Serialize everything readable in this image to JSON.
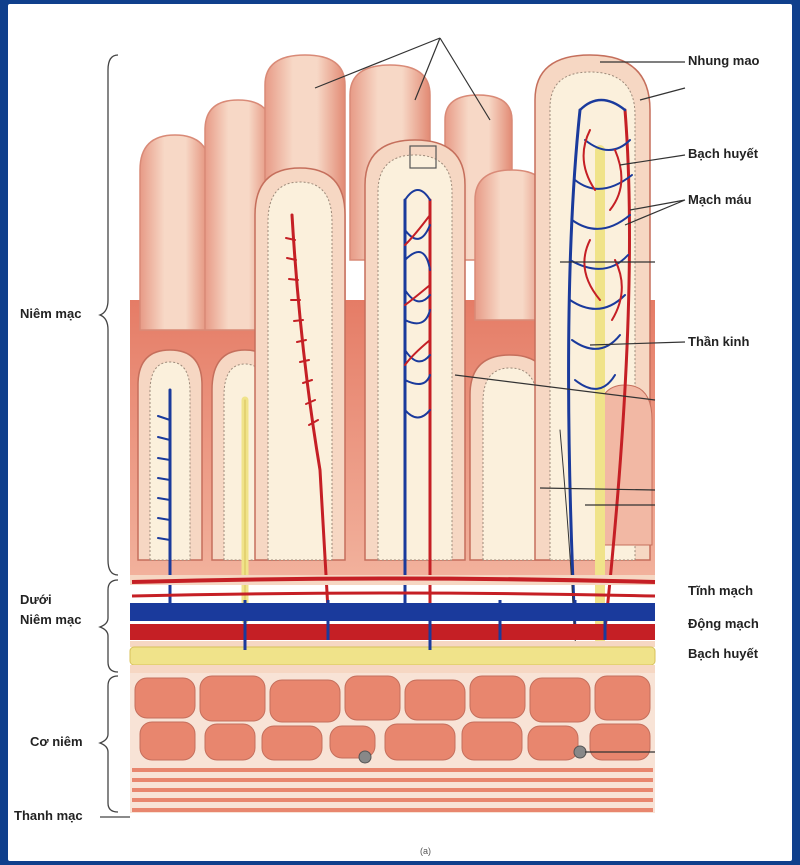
{
  "figure": {
    "caption": "(a)",
    "colors": {
      "background_border": "#0f3f8c",
      "villus_tissue": "#f3c9b4",
      "villus_core": "#f8ecd6",
      "vein": "#1a3a9c",
      "artery": "#c51f25",
      "lymph": "#f0e38a",
      "muscle": "#e8866e"
    }
  },
  "labels": {
    "right": {
      "villi": "Nhung mao",
      "lymph_top": "Bạch huyết",
      "blood_vessel": "Mạch máu",
      "nerve": "Thần kinh",
      "vein": "Tĩnh mạch",
      "artery": "Động mạch",
      "lymph_bottom": "Bạch huyết"
    },
    "left": {
      "mucosa": "Niêm mạc",
      "submucosa_line1": "Dưới",
      "submucosa_line2": "Niêm mạc",
      "muscularis": "Cơ niêm",
      "serosa": "Thanh mạc"
    }
  }
}
